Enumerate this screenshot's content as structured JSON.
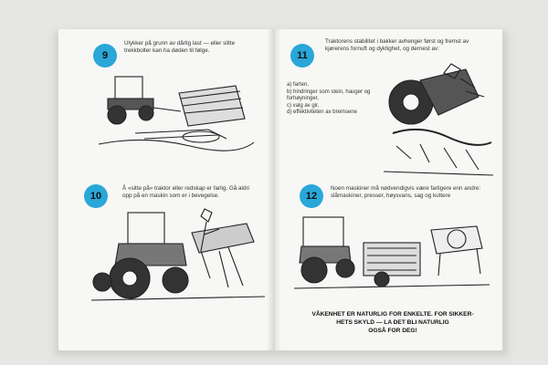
{
  "booklet": {
    "left_page": {
      "panel_9": {
        "number": "9",
        "text": "Ulykker på grunn av dårlig last — eller slitte trekkbolter kan ha døden til følge."
      },
      "panel_10": {
        "number": "10",
        "text": "Å «sitte på» traktor eller redskap er farlig. Gå aldri opp på en maskin som er i bevegelse."
      }
    },
    "right_page": {
      "panel_11": {
        "number": "11",
        "text": "Traktorens stabilitet i bakker avhenger først og fremst av kjørerens fornuft og dyktighet, og dernest av:",
        "list": [
          "a) farten,",
          "b) hindringer som stein, hauger og forhøyninger,",
          "c) valg av gir,",
          "d) effektiviteten av bremsene"
        ]
      },
      "panel_12": {
        "number": "12",
        "text": "Noen maskiner må nødvendigvis være farligere enn andre: slåmaskiner, presser, høysvans, sag og kuttere"
      },
      "closing": {
        "line1": "VÅKENHET ER NATURLIG FOR ENKELTE. FOR SIKKER-",
        "line2": "HETS SKYLD — LA DET BLI NATURLIG",
        "line3": "OGSÅ FOR DEG!"
      }
    }
  },
  "colors": {
    "badge": "#29a7d8",
    "paper": "#f7f7f5",
    "ink": "#222222"
  }
}
